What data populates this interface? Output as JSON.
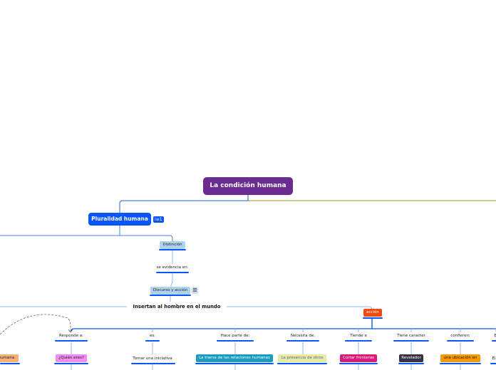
{
  "root": {
    "label": "La condición humana",
    "color": "#6a2c91"
  },
  "main": {
    "label": "Pluralidad humana",
    "color": "#0a55f5",
    "badge": "i≡1"
  },
  "chain": {
    "distincion": "Distinción",
    "se_evidencia": "se evidencia en:",
    "discurso": "Discurso y acción",
    "insertan": "Insertan al hombre en el mundo",
    "accion": "acción"
  },
  "branches": [
    {
      "connector": "Responde a:",
      "child": "¿Quién eres?",
      "child_color": "#f08cf0"
    },
    {
      "connector": "es:",
      "child": "Tomar una iniciativa",
      "child_color": "#ffffff"
    },
    {
      "connector": "Hace parte de:",
      "child": "La trama de las relaciones humanas",
      "child_color": "#1a9bc0"
    },
    {
      "connector": "Necesita de:",
      "child": "La presencia de otros",
      "child_color": "#e6eaa8"
    },
    {
      "connector": "Tiende a",
      "child": "Cortar fronteras",
      "child_color": "#d81b7a"
    },
    {
      "connector": "Tiene caracter",
      "child": "Revelador",
      "child_color": "#333344"
    },
    {
      "connector": "confieren:",
      "child": "una ubicación en",
      "child_color": "#f59a00"
    },
    {
      "connector": "E",
      "child": "El",
      "child_color": "#ffffff"
    }
  ],
  "left_partial": {
    "label": "humana",
    "color": "#f5b07a"
  },
  "colors": {
    "link": "#4a7fe0",
    "root_link": "#a8b23a",
    "accent": "#0a55f5",
    "accion": "#f04a10"
  }
}
